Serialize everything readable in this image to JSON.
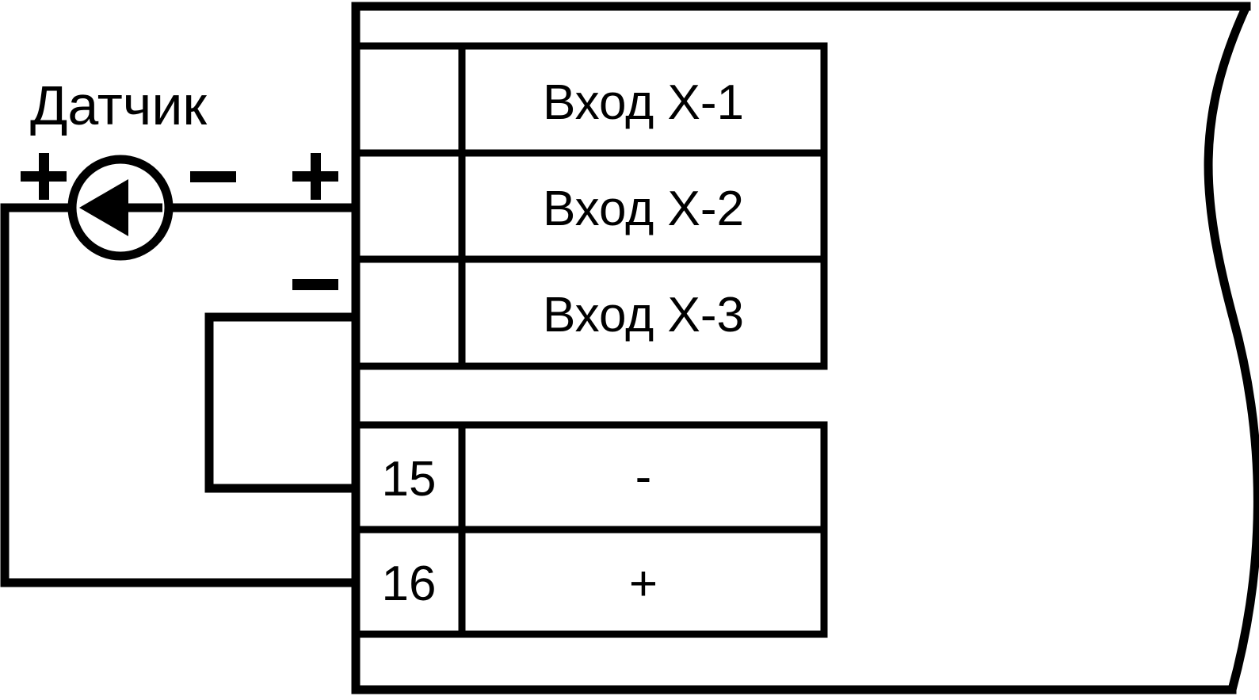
{
  "diagram": {
    "title_label": "Датчик",
    "device": {
      "name": "controller-terminal-block",
      "break_edge": "wavy-break-line"
    },
    "sensor": {
      "symbol": "current-source-circle",
      "arrow": "left-arrow-icon",
      "terminal_plus": "+",
      "terminal_minus": "−"
    },
    "wire_markers": {
      "input_plus": "+",
      "input_minus": "−"
    },
    "input_table": {
      "name": "analog-input-terminals",
      "rows": [
        {
          "terminal": "",
          "label": "Вход X-1"
        },
        {
          "terminal": "",
          "label": "Вход X-2"
        },
        {
          "terminal": "",
          "label": "Вход X-3"
        }
      ]
    },
    "power_table": {
      "name": "power-supply-terminals",
      "rows": [
        {
          "terminal": "15",
          "label": "-"
        },
        {
          "terminal": "16",
          "label": "+"
        }
      ]
    },
    "colors": {
      "line": "#000000",
      "background": "#ffffff"
    }
  }
}
